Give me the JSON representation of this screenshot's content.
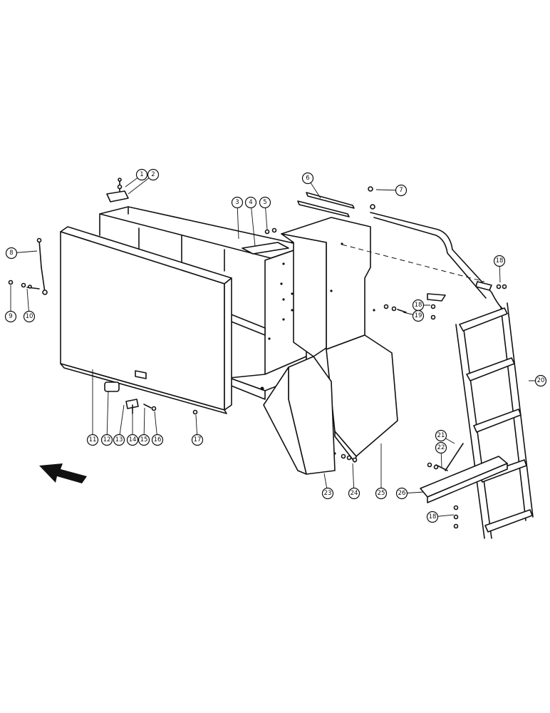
{
  "diagram": {
    "callouts": [
      {
        "id": "c1",
        "label": "1"
      },
      {
        "id": "c2",
        "label": "2"
      },
      {
        "id": "c3",
        "label": "3"
      },
      {
        "id": "c4",
        "label": "4"
      },
      {
        "id": "c5",
        "label": "5"
      },
      {
        "id": "c6",
        "label": "6"
      },
      {
        "id": "c7",
        "label": "7"
      },
      {
        "id": "c8",
        "label": "8"
      },
      {
        "id": "c9",
        "label": "9"
      },
      {
        "id": "c10",
        "label": "10"
      },
      {
        "id": "c11",
        "label": "11"
      },
      {
        "id": "c12",
        "label": "12"
      },
      {
        "id": "c13",
        "label": "13"
      },
      {
        "id": "c14",
        "label": "14"
      },
      {
        "id": "c15",
        "label": "15"
      },
      {
        "id": "c16",
        "label": "16"
      },
      {
        "id": "c17",
        "label": "17"
      },
      {
        "id": "c18a",
        "label": "18"
      },
      {
        "id": "c18b",
        "label": "18"
      },
      {
        "id": "c18c",
        "label": "18"
      },
      {
        "id": "c19",
        "label": "19"
      },
      {
        "id": "c20",
        "label": "20"
      },
      {
        "id": "c21",
        "label": "21"
      },
      {
        "id": "c22",
        "label": "22"
      },
      {
        "id": "c23",
        "label": "23"
      },
      {
        "id": "c24",
        "label": "24"
      },
      {
        "id": "c25",
        "label": "25"
      },
      {
        "id": "c26",
        "label": "26"
      }
    ],
    "direction_arrow_icon": "arrow-left-icon"
  }
}
